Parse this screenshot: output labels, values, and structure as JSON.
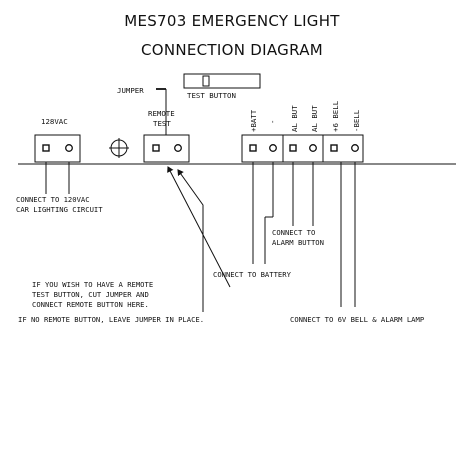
{
  "title": {
    "line1": "MES703 EMERGENCY LIGHT",
    "line2": "CONNECTION DIAGRAM"
  },
  "labels": {
    "jumper": "JUMPER",
    "test_button": "TEST BUTTON",
    "v128": "128VAC",
    "remote_l1": "REMOTE",
    "remote_l2": "TEST",
    "batt_pos": "+BATT",
    "batt_neg": "-",
    "al_but_1": "AL BUT",
    "al_but_2": "AL BUT",
    "bell_pos": "+6 BELL",
    "bell_neg": "-BELL"
  },
  "notes": {
    "connect_120_l1": "CONNECT TO 120VAC",
    "connect_120_l2": "CAR LIGHTING CIRCUIT",
    "alarm_l1": "CONNECT TO",
    "alarm_l2": "ALARM BUTTON",
    "battery": "CONNECT TO BATTERY",
    "remote_l1": "IF YOU WISH TO HAVE A REMOTE",
    "remote_l2": "TEST BUTTON, CUT JUMPER AND",
    "remote_l3": "CONNECT REMOTE BUTTON HERE.",
    "remote_l4": "IF NO REMOTE BUTTON, LEAVE JUMPER IN PLACE.",
    "bell": "CONNECT TO 6V BELL & ALARM LAMP"
  }
}
